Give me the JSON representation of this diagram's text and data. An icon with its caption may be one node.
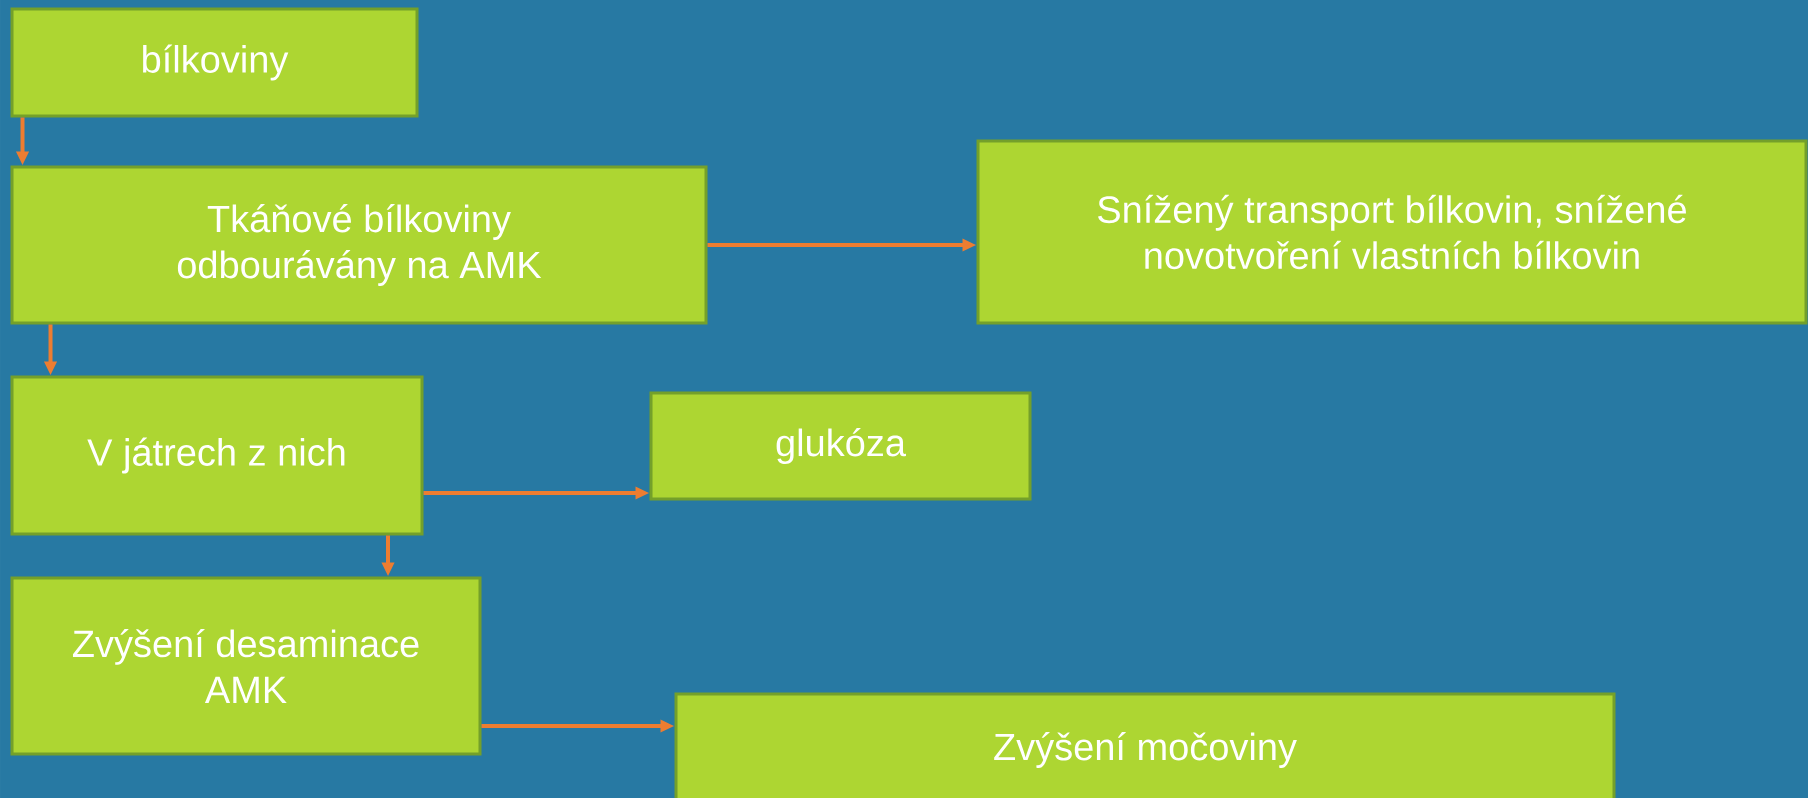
{
  "diagram": {
    "nodes": [
      {
        "text": [
          "bílkoviny"
        ]
      },
      {
        "text": [
          "Tkáňové bílkoviny odbourávány na AMK"
        ]
      },
      {
        "text": [
          "Snížený transport bílkovin, snížené novotvoření vlastních bílkovin"
        ]
      },
      {
        "text": [
          "V játrech z nich"
        ]
      },
      {
        "text": [
          "glukóza"
        ]
      },
      {
        "text": [
          "Zvýšení desaminace AMK"
        ]
      },
      {
        "text": [
          "Zvýšení močoviny"
        ]
      }
    ],
    "edges": [
      {
        "from": 0,
        "to": 1,
        "arrow": "to"
      },
      {
        "from": 1,
        "to": 2,
        "arrow": "to"
      },
      {
        "from": 1,
        "to": 3,
        "arrow": "to"
      },
      {
        "from": 3,
        "to": 4,
        "arrow": "to"
      },
      {
        "from": 3,
        "to": 5,
        "arrow": "to"
      },
      {
        "from": 5,
        "to": 6,
        "arrow": "to"
      }
    ]
  }
}
